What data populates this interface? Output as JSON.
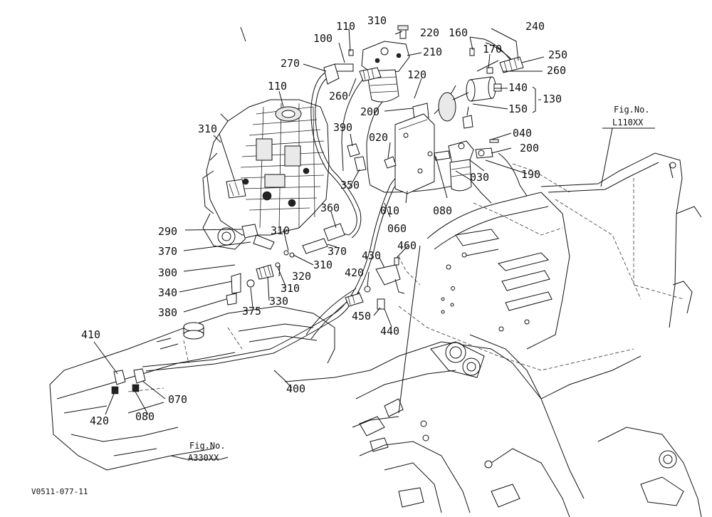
{
  "drawing_code": "V0511-077-11",
  "fig_refs": [
    {
      "key": "frame",
      "line1": "Fig.No.",
      "line2": "L110XX"
    },
    {
      "key": "tank",
      "line1": "Fig.No.",
      "line2": "A330XX"
    }
  ],
  "parts": {
    "p310_top": "310",
    "p220": "220",
    "p210": "210",
    "p110_top": "110",
    "p100": "100",
    "p160": "160",
    "p240": "240",
    "p170": "170",
    "p250": "250",
    "p260_right": "260",
    "p270": "270",
    "p120": "120",
    "p140": "140",
    "p130": "130",
    "p260_left": "260",
    "p200_top": "200",
    "p150": "150",
    "p110_mid": "110",
    "p310_left": "310",
    "p390": "390",
    "p040": "040",
    "p020": "020",
    "p200_right": "200",
    "p030": "030",
    "p190": "190",
    "p350": "350",
    "p010": "010",
    "p080_mid": "080",
    "p360": "360",
    "p060": "060",
    "p290": "290",
    "p310_mid": "310",
    "p370_left": "370",
    "p370_right": "370",
    "p430": "430",
    "p460": "460",
    "p300": "300",
    "p310_c": "310",
    "p320": "320",
    "p420_mid": "420",
    "p340": "340",
    "p310_d": "310",
    "p380": "380",
    "p375": "375",
    "p330": "330",
    "p450": "450",
    "p440": "440",
    "p410": "410",
    "p400": "400",
    "p070": "070",
    "p420_bot": "420",
    "p080_bot": "080"
  }
}
